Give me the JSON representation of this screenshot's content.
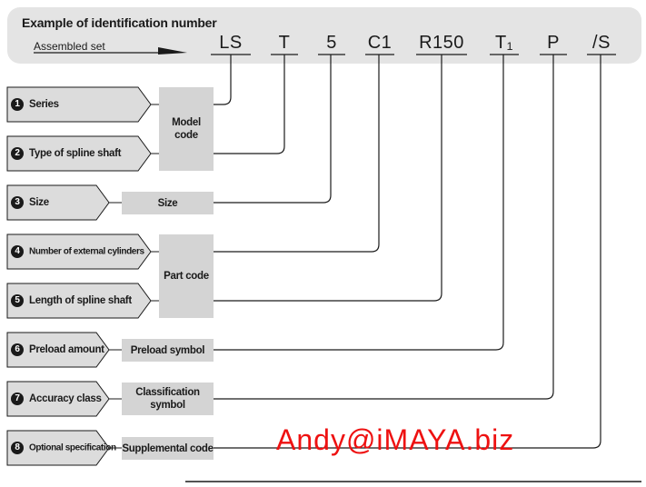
{
  "header": {
    "title": "Example of identification number",
    "assembled_label": "Assembled set"
  },
  "code_segments": [
    {
      "id": "ls",
      "text": "LS"
    },
    {
      "id": "t",
      "text": "T"
    },
    {
      "id": "five",
      "text": "5"
    },
    {
      "id": "c1",
      "text": "C1"
    },
    {
      "id": "r150",
      "text": "R150"
    },
    {
      "id": "t1",
      "text": "T₁"
    },
    {
      "id": "p",
      "text": "P"
    },
    {
      "id": "s",
      "text": "/S"
    }
  ],
  "items": [
    {
      "number": "1",
      "label": "Series"
    },
    {
      "number": "2",
      "label": "Type of spline shaft"
    },
    {
      "number": "3",
      "label": "Size"
    },
    {
      "number": "4",
      "label": "Number of external cylinders"
    },
    {
      "number": "5",
      "label": "Length of spline shaft"
    },
    {
      "number": "6",
      "label": "Preload amount"
    },
    {
      "number": "7",
      "label": "Accuracy class"
    },
    {
      "number": "8",
      "label": "Optional specification"
    }
  ],
  "groups": {
    "model_code": "Model code",
    "size": "Size",
    "part_code": "Part code",
    "preload_symbol": "Preload symbol",
    "classification_symbol": "Classification\nsymbol",
    "supplemental_code": "Supplemental code"
  },
  "watermark": "Andy@iMAYA.biz",
  "colors": {
    "header_band": "#e4e4e4",
    "tag_fill": "#dcdcdc",
    "group_fill": "#d4d4d4",
    "line": "#1a1a1a",
    "watermark": "#ee1111"
  }
}
